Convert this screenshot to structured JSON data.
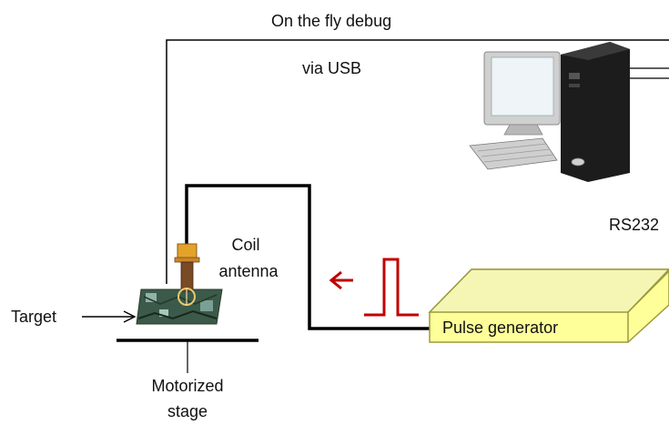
{
  "labels": {
    "debug": "On the fly debug",
    "usb": "via USB",
    "rs232": "RS232",
    "coil": "Coil",
    "antenna": "antenna",
    "target": "Target",
    "pulse": "Pulse generator",
    "motorized": "Motorized",
    "stage": "stage"
  },
  "colors": {
    "wire": "#000000",
    "pulse_red": "#c00000",
    "box_face": "#ffff99",
    "box_top": "#f5f5a8",
    "box_edge": "#9a9a40"
  },
  "icons": {
    "computer": "desktop-computer-icon",
    "probe": "coil-probe-icon",
    "chip": "target-chip-icon"
  }
}
